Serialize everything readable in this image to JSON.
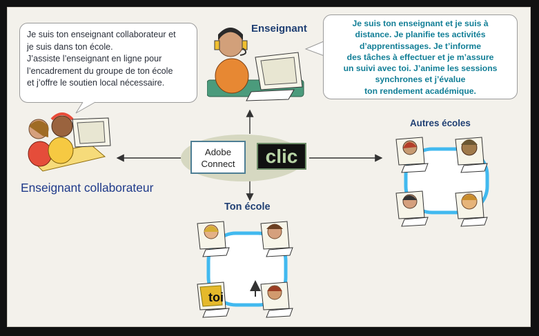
{
  "bubbles": {
    "collaborator_text": [
      "Je suis ton enseignant collaborateur et",
      "je suis dans ton école.",
      "J’assiste l’enseignant en ligne pour",
      "l’encadrement du groupe de ton école",
      "et j’offre le soutien local nécessaire."
    ],
    "teacher_text": [
      "Je suis ton enseignant et je suis à",
      "distance. Je planifie tes activités",
      "d’apprentissages. Je t’informe",
      "des tâches à effectuer et je m’assure",
      "un suivi avec toi. J’anime les sessions",
      "synchrones et j’évalue",
      "ton rendement académique."
    ]
  },
  "labels": {
    "teacher": "Enseignant",
    "collaborator": "Enseignant collaborateur",
    "other_schools": "Autres écoles",
    "your_school": "Ton école"
  },
  "platforms": {
    "adobe_connect": [
      "Adobe",
      "Connect"
    ],
    "clic": "clic"
  },
  "school_badge": "toi",
  "colors": {
    "teacher_text": "#117e96",
    "title_blue": "#1f3f73",
    "circle_blue": "#41b9ef",
    "background": "#f3f1eb"
  }
}
